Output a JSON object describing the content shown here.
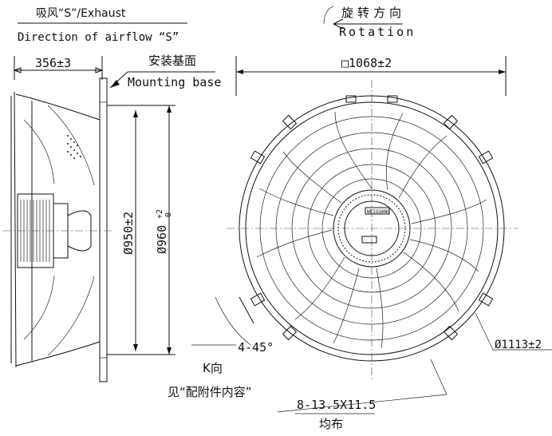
{
  "airflow": {
    "exhaust_label": "吸风“S”/Exhaust",
    "direction_label": "Direction of airflow “S”"
  },
  "rotation": {
    "label_cn": "旋转方向",
    "label_en": "Rotation"
  },
  "side_view": {
    "depth_dim": "356±3",
    "mounting_cn": "安装基面",
    "mounting_en": "Mounting base",
    "dia_950": "Ø950±2",
    "dia_960_main": "Ø960",
    "dia_960_tol_upper": "+2",
    "dia_960_tol_lower": "0"
  },
  "front_view": {
    "square_dim": "□1068±2",
    "outer_dia": "Ø1113±2",
    "angle_label": "4-45°",
    "k_view": "K向",
    "see_accessories": "见“配附件内容”",
    "holes": "8-13.5X11.5",
    "holes_distribution": "均布",
    "hub_logo": "WEIGUANG"
  },
  "colors": {
    "ink": "#111111",
    "background": "#ffffff"
  }
}
